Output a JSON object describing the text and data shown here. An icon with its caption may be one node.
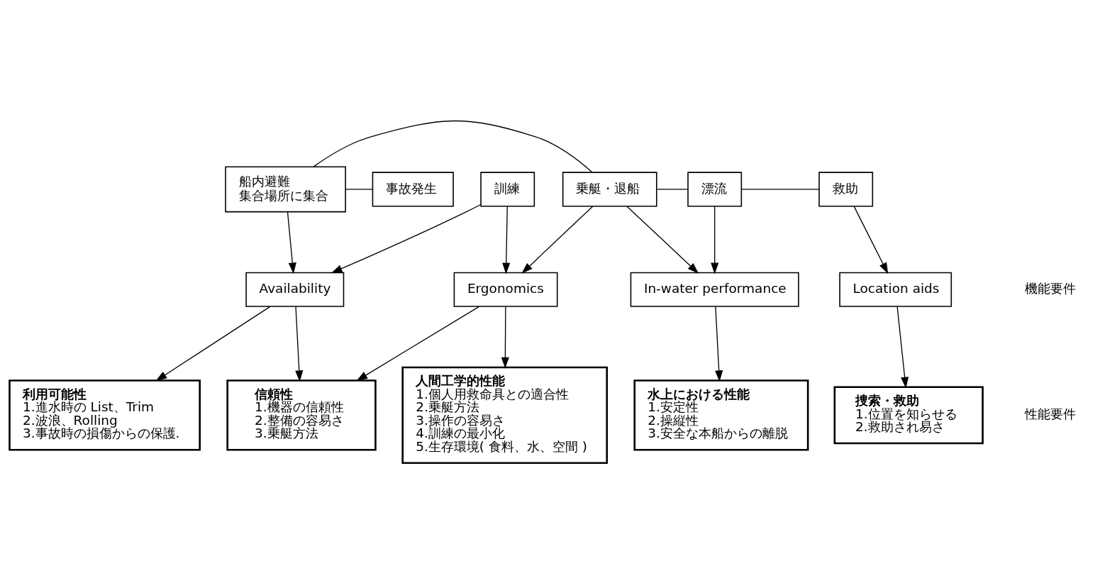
{
  "diagram": {
    "nodes": [
      {
        "text": [
          "訓練"
        ]
      },
      {
        "text": [
          "事故発生"
        ]
      },
      {
        "text": [
          "船内避難",
          "集合場所に集合"
        ]
      },
      {
        "text": [
          "乗艇・退船"
        ]
      },
      {
        "text": [
          "漂流"
        ]
      },
      {
        "text": [
          "救助"
        ]
      },
      {
        "text": [
          "Availability"
        ]
      },
      {
        "text": [
          "Ergonomics"
        ]
      },
      {
        "text": [
          "In-water performance"
        ]
      },
      {
        "text": [
          "Location aids"
        ]
      },
      {
        "text": [
          "利用可能性",
          "1.進水時の List、Trim",
          "2.波浪、Rolling",
          "3.事故時の損傷からの保護."
        ]
      },
      {
        "text": [
          "信頼性",
          "1.機器の信頼性",
          "2.整備の容易さ",
          "3.乗艇方法"
        ]
      },
      {
        "text": [
          "人間工学的性能",
          "1.個人用救命具との適合性",
          "2.乗艇方法",
          "3.操作の容易さ",
          "4.訓練の最小化",
          "5.生存環境( 食料、水、空間 )"
        ]
      },
      {
        "text": [
          "水上における性能",
          "1.安定性",
          "2.操縦性",
          "3.安全な本船からの離脱"
        ]
      },
      {
        "text": [
          "捜索・救助",
          "1.位置を知らせる",
          "2.救助され易さ"
        ]
      }
    ],
    "edges": [
      {
        "from": 1,
        "to": 2,
        "arrow": "none"
      },
      {
        "from": 2,
        "to": 3,
        "arrow": "none"
      },
      {
        "from": 3,
        "to": 4,
        "arrow": "none"
      },
      {
        "from": 4,
        "to": 5,
        "arrow": "none"
      },
      {
        "from": 0,
        "to": 6,
        "arrow": "to"
      },
      {
        "from": 0,
        "to": 7,
        "arrow": "to"
      },
      {
        "from": 2,
        "to": 6,
        "arrow": "to"
      },
      {
        "from": 3,
        "to": 7,
        "arrow": "to"
      },
      {
        "from": 3,
        "to": 8,
        "arrow": "to"
      },
      {
        "from": 4,
        "to": 8,
        "arrow": "to"
      },
      {
        "from": 5,
        "to": 9,
        "arrow": "to"
      },
      {
        "from": 6,
        "to": 10,
        "arrow": "to"
      },
      {
        "from": 6,
        "to": 11,
        "arrow": "to"
      },
      {
        "from": 7,
        "to": 11,
        "arrow": "to"
      },
      {
        "from": 7,
        "to": 12,
        "arrow": "to"
      },
      {
        "from": 8,
        "to": 13,
        "arrow": "to"
      },
      {
        "from": 9,
        "to": 14,
        "arrow": "to"
      }
    ],
    "labels": [
      "機能要件",
      "性能要件"
    ]
  }
}
